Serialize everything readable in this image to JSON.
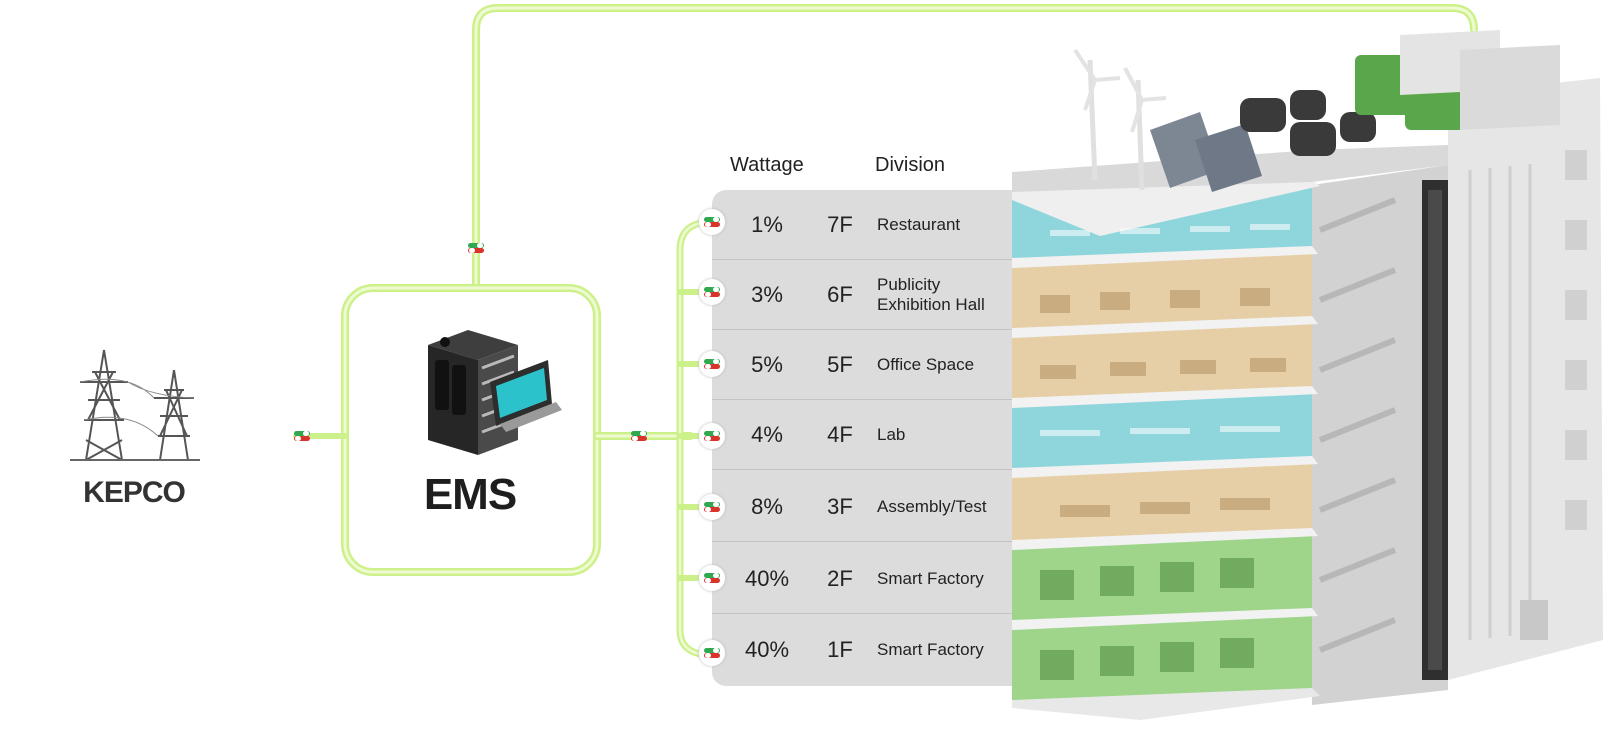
{
  "source": {
    "label": "KEPCO",
    "icon": "transmission-tower-icon"
  },
  "ems": {
    "label": "EMS",
    "icon": "server-rack-icon"
  },
  "table": {
    "headers": {
      "wattage": "Wattage",
      "division": "Division"
    },
    "rows": [
      {
        "wattage": "1%",
        "floor": "7F",
        "division": "Restaurant"
      },
      {
        "wattage": "3%",
        "floor": "6F",
        "division": "Publicity Exhibition Hall"
      },
      {
        "wattage": "5%",
        "floor": "5F",
        "division": "Office Space"
      },
      {
        "wattage": "4%",
        "floor": "4F",
        "division": "Lab"
      },
      {
        "wattage": "8%",
        "floor": "3F",
        "division": "Assembly/Test"
      },
      {
        "wattage": "40%",
        "floor": "2F",
        "division": "Smart Factory"
      },
      {
        "wattage": "40%",
        "floor": "1F",
        "division": "Smart Factory"
      }
    ]
  },
  "building": {
    "icon": "building-cutaway-icon"
  },
  "colors": {
    "line": "#cdf18a",
    "line_core": "#eefad2",
    "panel": "#dcdcdc",
    "floor_blue": "#8fd6dc",
    "floor_beige": "#e6cfa6",
    "floor_green": "#9fd58a"
  }
}
